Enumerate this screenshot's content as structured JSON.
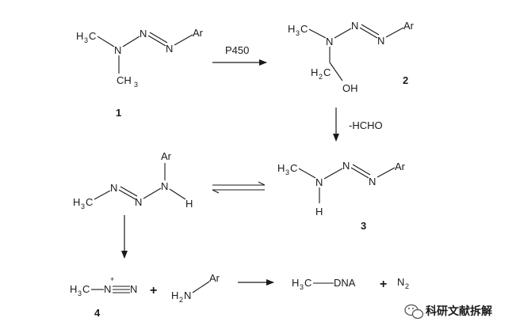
{
  "colors": {
    "ink": "#1a1a1a",
    "background": "#ffffff",
    "watermark": "#333333"
  },
  "compounds": {
    "c1": {
      "number": "1",
      "methyl_a": "CH",
      "methyl_a_sub": "3",
      "methyl_a_prefix": "H",
      "n_amine": "N",
      "n_a": "N",
      "n_b": "N",
      "aryl": "Ar",
      "methyl_b": "CH",
      "methyl_b_sub": "3"
    },
    "c2": {
      "number": "2",
      "methyl_prefix": "H",
      "methyl_sub": "3",
      "methyl_c": "C",
      "n_amine": "N",
      "n_a": "N",
      "n_b": "N",
      "aryl": "Ar",
      "ch2_h": "H",
      "ch2_sub": "2",
      "ch2_c": "C",
      "oh": "OH"
    },
    "c3": {
      "number": "3",
      "methyl_prefix": "H",
      "methyl_sub": "3",
      "methyl_c": "C",
      "n_amine": "N",
      "n_a": "N",
      "n_b": "N",
      "aryl": "Ar",
      "h": "H"
    },
    "tautomer": {
      "methyl_prefix": "H",
      "methyl_sub": "3",
      "methyl_c": "C",
      "n_a": "N",
      "n_b": "N",
      "n_amine": "N",
      "aryl": "Ar",
      "h": "H"
    },
    "c4": {
      "number": "4",
      "methyl_prefix": "H",
      "methyl_sub": "3",
      "methyl_c": "C",
      "n_plus": "N",
      "charge": "+",
      "n_term": "N"
    },
    "amine": {
      "h": "H",
      "h_sub": "2",
      "n": "N",
      "aryl": "Ar"
    },
    "product": {
      "methyl_prefix": "H",
      "methyl_sub": "3",
      "methyl_c": "C",
      "dna": "DNA",
      "n2": "N",
      "n2_sub": "2"
    }
  },
  "reactions": {
    "step1_label": "P450",
    "step2_label": "-HCHO",
    "plus_1": "+",
    "plus_2": "+"
  },
  "watermark": {
    "text": "科研文献拆解",
    "icon": "wechat-logo-icon"
  }
}
